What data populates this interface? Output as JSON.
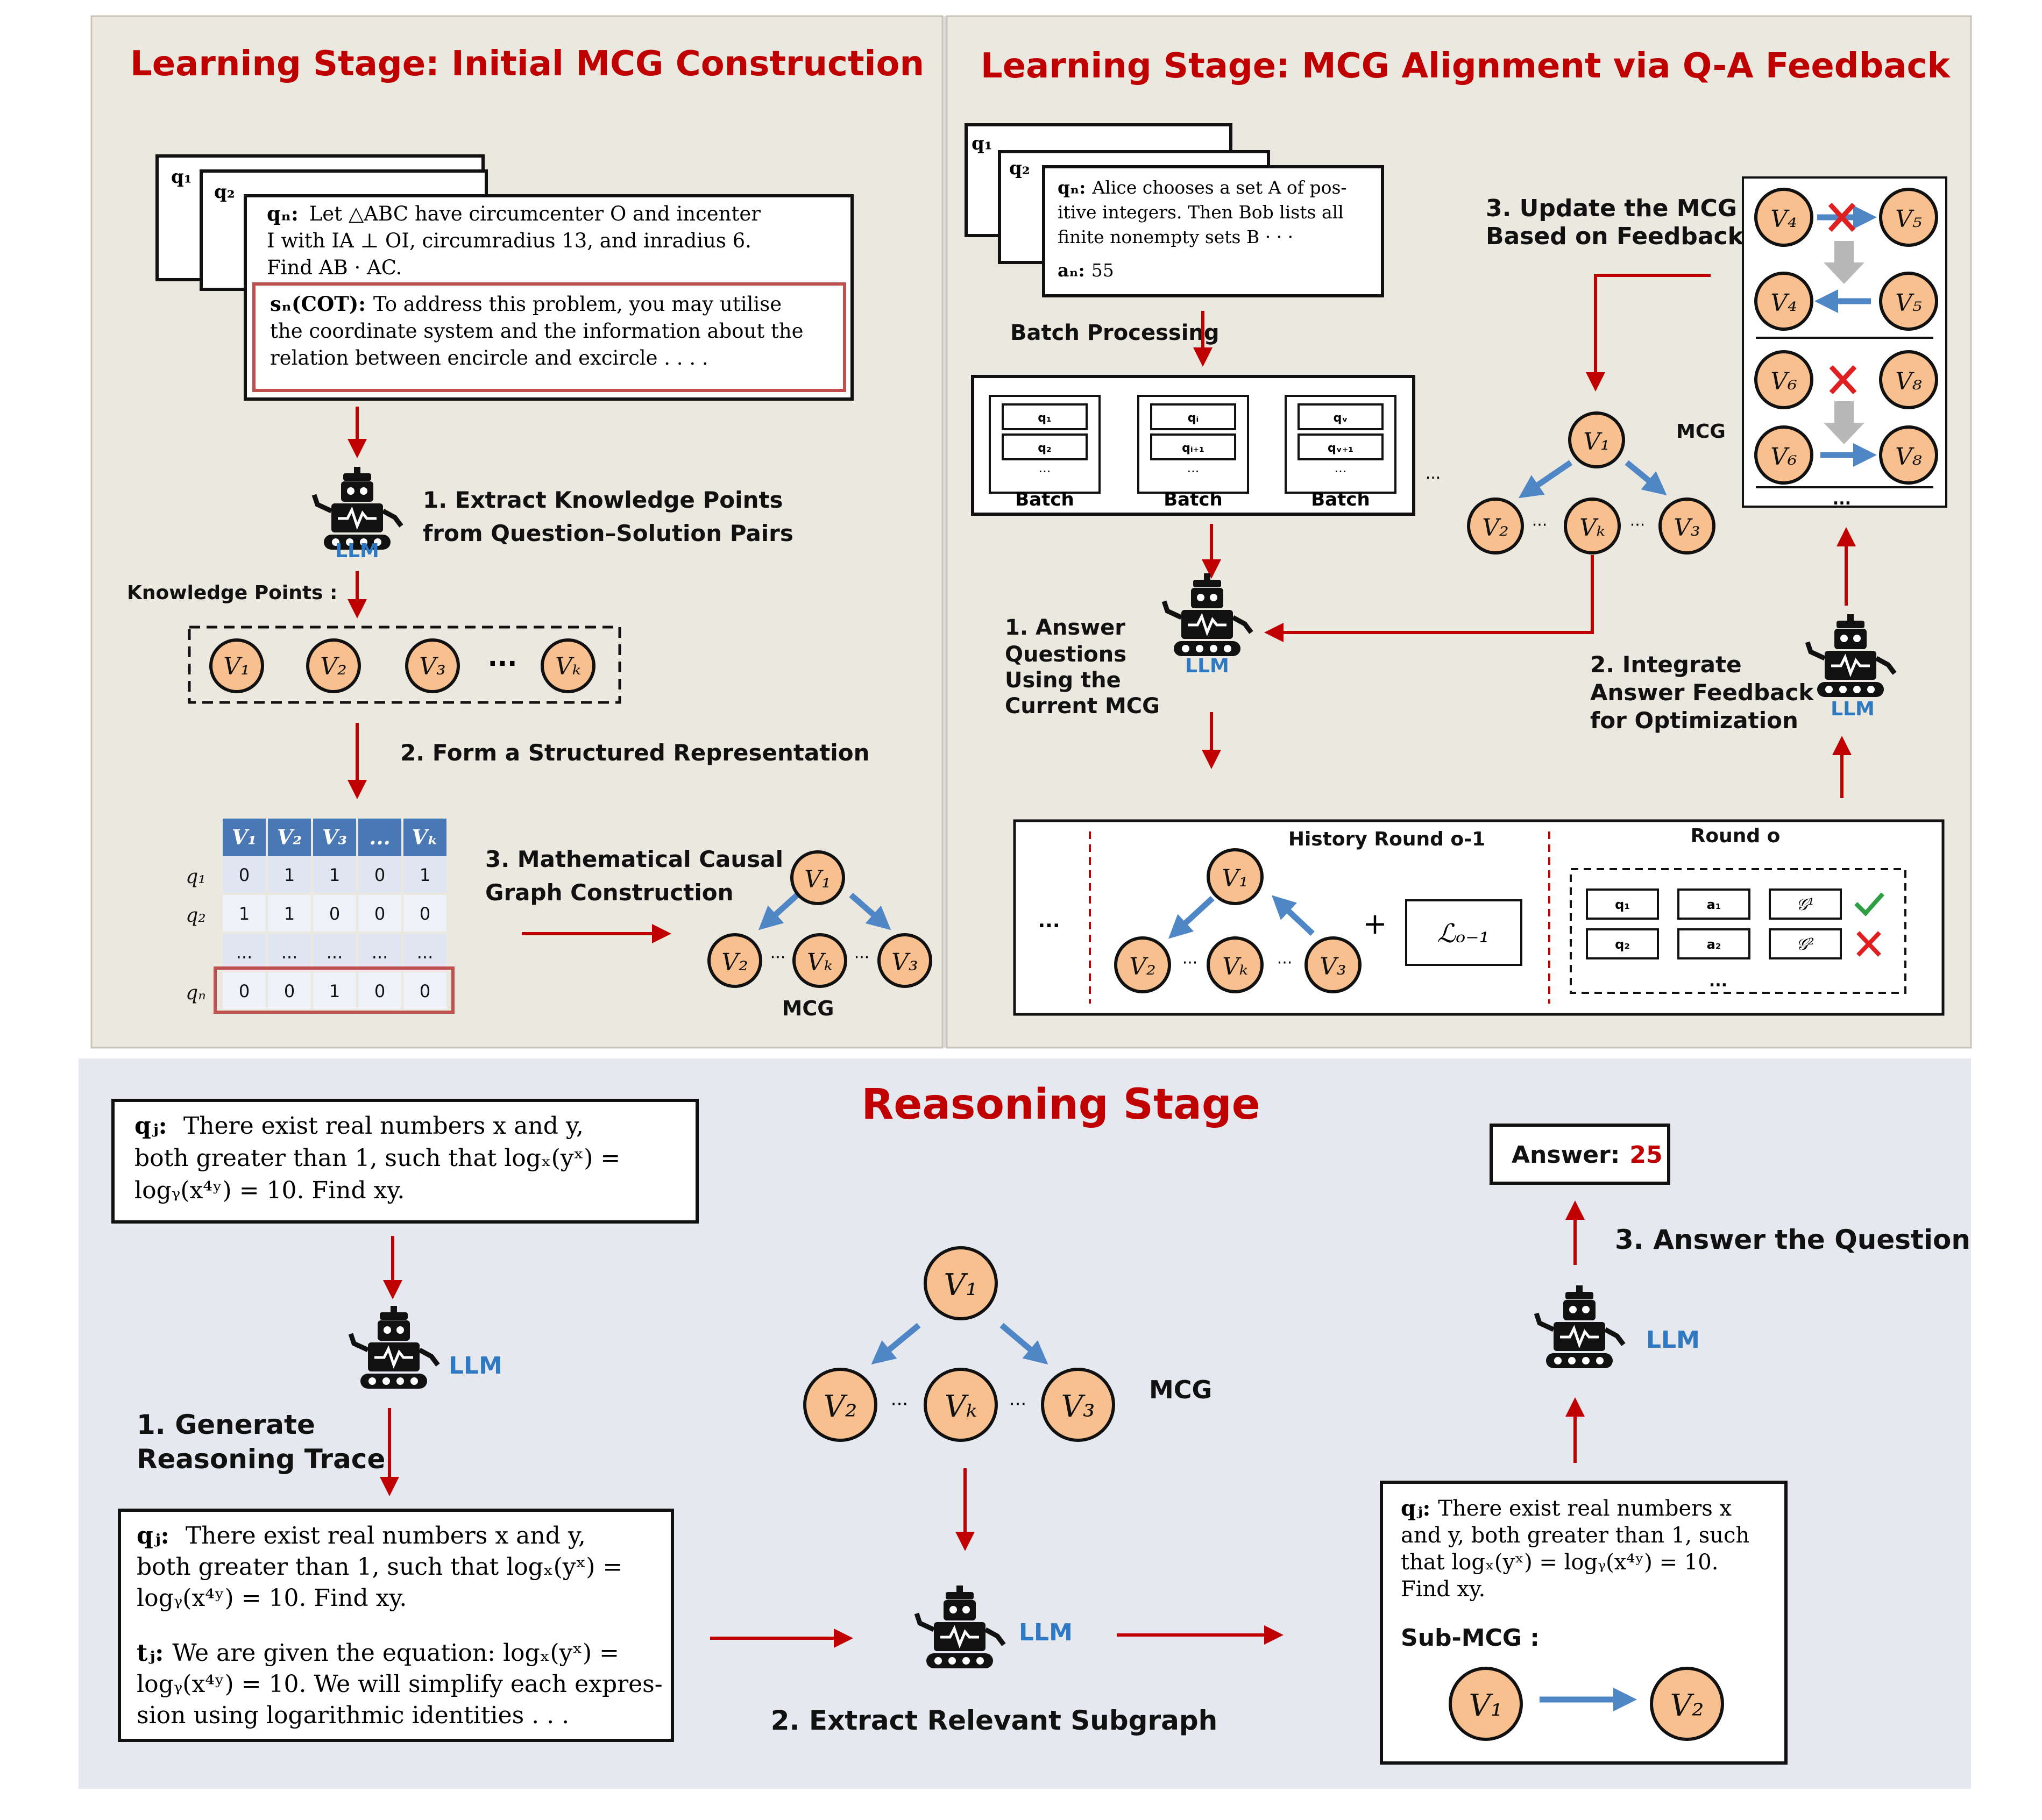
{
  "panels": {
    "top_left_title": "Learning Stage: Initial MCG Construction",
    "top_right_title": "Learning Stage: MCG Alignment via Q-A Feedback",
    "bottom_title": "Reasoning Stage"
  },
  "colors": {
    "panel_top": "#ebe8df",
    "panel_bottom": "#e6e8ef",
    "title_red": "#c00000",
    "node_fill": "#f8c08e",
    "arrow_blue": "#4f86c6",
    "llm_blue": "#2f79c2",
    "check_green": "#2ea043",
    "table_header": "#4a78b5"
  },
  "left": {
    "card_tabs": [
      "q₁",
      "q₂"
    ],
    "qn_label": "qₙ:",
    "qn_text_1": "Let △ABC have circumcenter O and incenter",
    "qn_text_2": "I with IA ⊥ OI, circumradius 13, and inradius 6.",
    "qn_text_3": "Find AB · AC.",
    "sn_label": "sₙ(COT):",
    "sn_text_1": "To address this problem, you may utilise",
    "sn_text_2": "the coordinate system and the information about the",
    "sn_text_3": "relation between encircle and excircle . . . .",
    "llm": "LLM",
    "step1_line1": "1. Extract Knowledge Points",
    "step1_line2": "from Question–Solution Pairs",
    "kp_label": "Knowledge Points :",
    "kp_nodes": [
      "V₁",
      "V₂",
      "V₃",
      "Vₖ"
    ],
    "ellipsis": "···",
    "step2": "2. Form a Structured Representation",
    "table_headers": [
      "V₁",
      "V₂",
      "V₃",
      "...",
      "Vₖ"
    ],
    "row_labels": [
      "q₁",
      "q₂",
      "",
      "qₙ"
    ],
    "rows": [
      [
        "0",
        "1",
        "1",
        "0",
        "1"
      ],
      [
        "1",
        "1",
        "0",
        "0",
        "0"
      ],
      [
        "...",
        "...",
        "...",
        "...",
        "..."
      ],
      [
        "0",
        "0",
        "1",
        "0",
        "0"
      ]
    ],
    "step3_line1": "3. Mathematical Causal",
    "step3_line2": "Graph Construction",
    "mcg": "MCG",
    "mcg_nodes": [
      "V₁",
      "V₂",
      "Vₖ",
      "V₃"
    ]
  },
  "right": {
    "card_tabs": [
      "q₁",
      "q₂"
    ],
    "qn_label": "qₙ:",
    "qn_text_1": "Alice chooses a set A of pos-",
    "qn_text_2": "itive integers. Then Bob lists all",
    "qn_text_3": "finite nonempty sets B · · ·",
    "an_label": "aₙ:",
    "an_value": "55",
    "batch_processing": "Batch Processing",
    "batches": [
      {
        "top": "q₁",
        "bottom": "q₂",
        "label": "Batch"
      },
      {
        "top": "qᵢ",
        "bottom": "qᵢ₊₁",
        "label": "Batch"
      },
      {
        "top": "qᵥ",
        "bottom": "qᵥ₊₁",
        "label": "Batch"
      }
    ],
    "small_ellipsis": "...",
    "llm": "LLM",
    "step1_line1": "1. Answer",
    "step1_line2": "Questions",
    "step1_line3": "Using the",
    "step1_line4": "Current MCG",
    "step2_line1": "2. Integrate",
    "step2_line2": "Answer Feedback",
    "step2_line3": "for Optimization",
    "step3_line1": "3. Update the MCG",
    "step3_line2": "Based on Feedback",
    "mcg": "MCG",
    "mcg_nodes": [
      "V₁",
      "V₂",
      "Vₖ",
      "V₃"
    ],
    "update_nodes": [
      "V₄",
      "V₅",
      "V₄",
      "V₅",
      "V₆",
      "V₈",
      "V₆",
      "V₈"
    ],
    "history_title": "History Round o-1",
    "round_title": "Round o",
    "history_nodes": [
      "V₁",
      "V₂",
      "Vₖ",
      "V₃"
    ],
    "plus": "+",
    "loss": "ℒₒ₋₁",
    "round_rows": [
      {
        "q": "q₁",
        "a": "a₁",
        "g": "𝒢¹",
        "status": "correct"
      },
      {
        "q": "q₂",
        "a": "a₂",
        "g": "𝒢²",
        "status": "wrong"
      }
    ]
  },
  "bottom": {
    "qj_label": "qⱼ:",
    "qj_text_1": "There exist real numbers x and y,",
    "qj_text_2": "both greater than 1, such that logₓ(yˣ) =",
    "qj_text_3": "logᵧ(x⁴ʸ) = 10. Find xy.",
    "llm": "LLM",
    "step1_line1": "1. Generate",
    "step1_line2": "Reasoning Trace",
    "tj_label": "tⱼ:",
    "tj_text_1": "We are given the equation: logₓ(yˣ) =",
    "tj_text_2": "logᵧ(x⁴ʸ) = 10. We will simplify each expres-",
    "tj_text_3": "sion using logarithmic identities . . .",
    "mcg": "MCG",
    "mcg_nodes": [
      "V₁",
      "V₂",
      "Vₖ",
      "V₃"
    ],
    "step2": "2. Extract Relevant Subgraph",
    "step3": "3. Answer the Question",
    "answer_label": "Answer:",
    "answer_value": "25",
    "sub_q_text_1": "There exist real numbers x",
    "sub_q_text_2": "and y, both greater than 1, such",
    "sub_q_text_3": "that logₓ(yˣ) = logᵧ(x⁴ʸ) = 10.",
    "sub_q_text_4": "Find xy.",
    "sub_mcg_label": "Sub-MCG :",
    "sub_nodes": [
      "V₁",
      "V₂"
    ]
  }
}
